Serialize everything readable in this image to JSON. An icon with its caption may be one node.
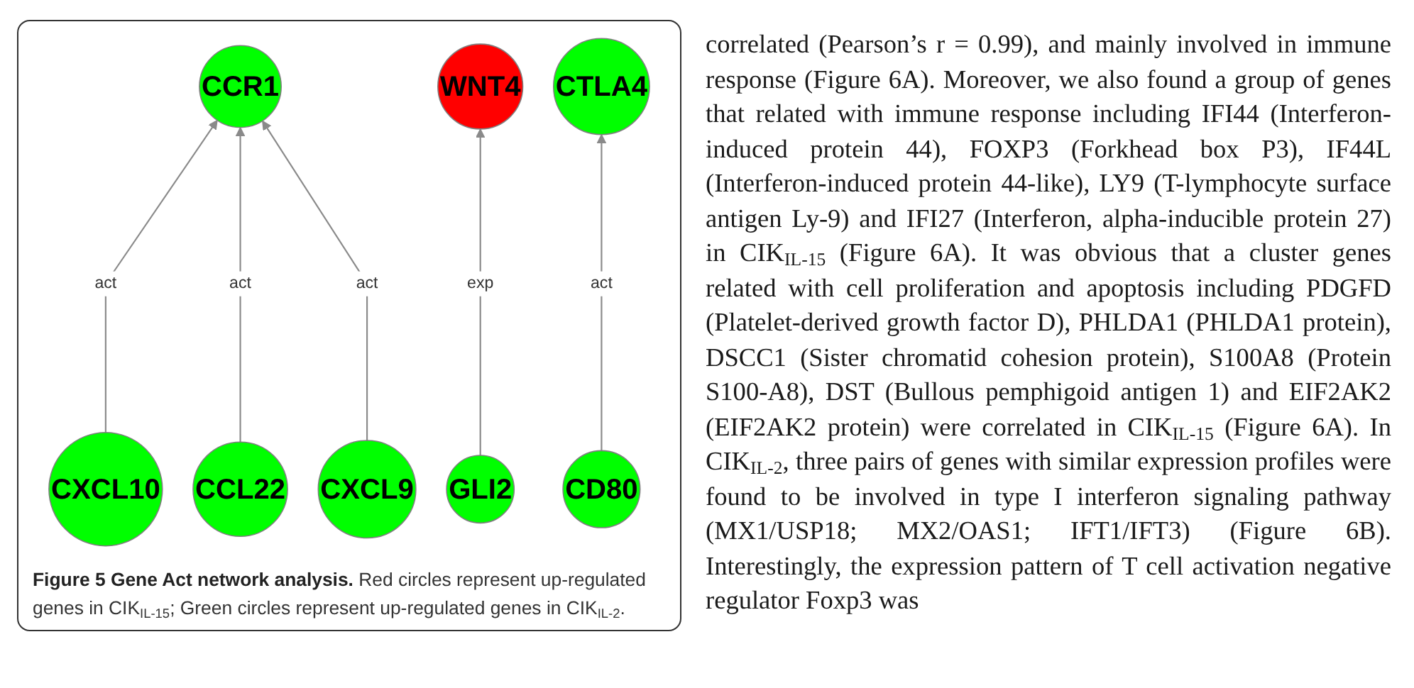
{
  "diagram": {
    "caption": "**Figure 5 Gene Act network analysis.** Red circles represent up-regulated genes in CIK$_{IL-15}$; Green circles represent up-regulated genes in CIK$_{IL-2}$.",
    "nodes": [
      {
        "text": [
          "WNT4"
        ]
      },
      {
        "text": [
          "CXCL10"
        ]
      },
      {
        "text": [
          "GLI2"
        ]
      },
      {
        "text": [
          "CCR1"
        ]
      },
      {
        "text": [
          "CCL22"
        ]
      },
      {
        "text": [
          "CTLA4"
        ]
      },
      {
        "text": [
          "CXCL9"
        ]
      },
      {
        "text": [
          "CD80"
        ]
      }
    ],
    "edges": [
      {
        "from": 1,
        "to": 3,
        "arrow": "to",
        "label": "act"
      },
      {
        "from": 2,
        "to": 0,
        "arrow": "to",
        "label": "exp"
      },
      {
        "from": 4,
        "to": 3,
        "arrow": "to",
        "label": "act"
      },
      {
        "from": 6,
        "to": 3,
        "arrow": "to",
        "label": "act"
      },
      {
        "from": 7,
        "to": 5,
        "arrow": "to",
        "label": "act"
      }
    ],
    "labels": [
      "correlated (Pearson’s r = 0.99), and mainly involved in immune response (Figure 6A). Moreover, we also found a group of genes that related with immune response including IFI44 (Interferon-induced protein 44), FOXP3 (Forkhead box P3), IF44L (Interferon-induced protein 44-like), LY9 (T-lymphocyte surface antigen Ly-9) and IFI27 (Interferon, alpha-inducible protein 27) in CIK$_{IL-15}$ (Figure 6A). It was obvious that a cluster genes related with cell proliferation and apoptosis including PDGFD (Platelet-derived growth factor D), PHLDA1 (PHLDA1 protein), DSCC1 (Sister chromatid cohesion protein), S100A8 (Protein S100-A8), DST (Bullous pemphigoid antigen 1) and EIF2AK2 (EIF2AK2 protein) were correlated in CIK$_{IL-15}$ (Figure 6A). In CIK$_{IL-2}$, three pairs of genes with similar expression profiles were found to be involved in type I interferon signaling pathway (MX1/USP18; MX2/OAS1; IFT1/IFT3) (Figure 6B). Interestingly, the expression pattern of T cell activation negative regulator Foxp3 was"
    ]
  }
}
